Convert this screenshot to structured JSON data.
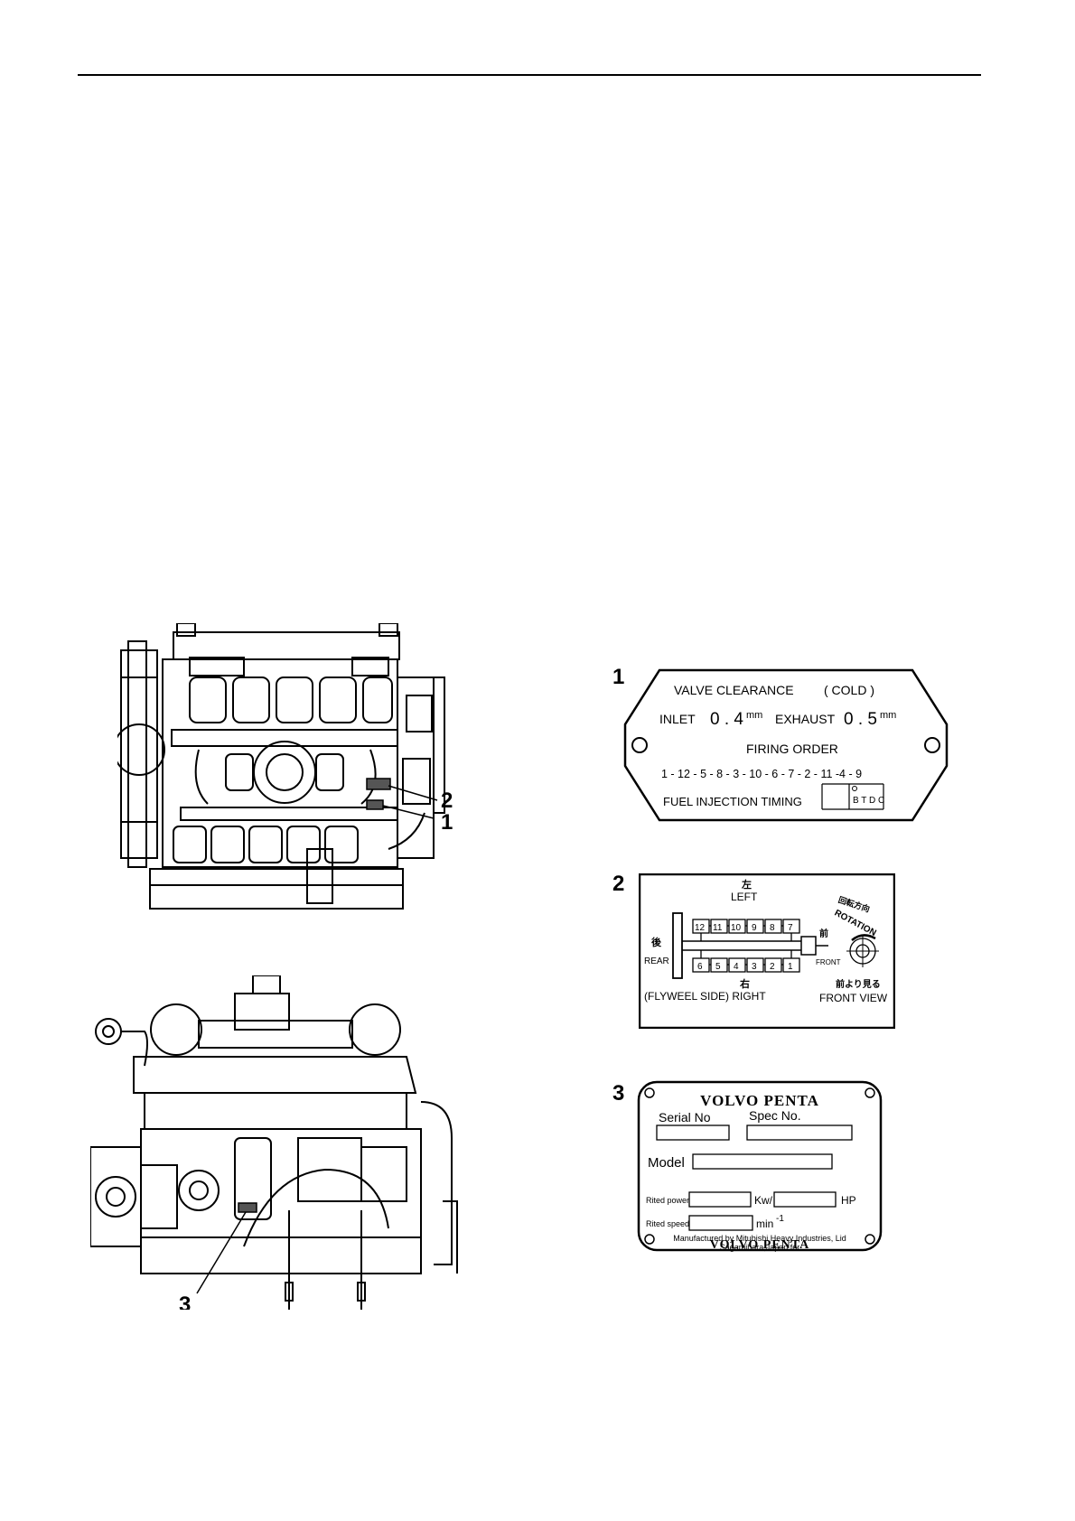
{
  "callouts": {
    "top": [
      "2",
      "1"
    ],
    "bottom": "3"
  },
  "plate1": {
    "number": "1",
    "title": "VALVE   CLEARANCE",
    "cold": "( COLD )",
    "inlet_label": "INLET",
    "inlet_value": "0 . 4",
    "exhaust_label": "EXHAUST",
    "exhaust_value": "0 . 5",
    "unit": "mm",
    "firing_label": "FIRING  ORDER",
    "firing_sequence": "1 - 12 - 5 - 8 - 3 - 10 - 6 - 7 - 2 - 11 -4 - 9",
    "injection_label": "FUEL  INJECTION  TIMING",
    "btdc": "B T D C"
  },
  "plate2": {
    "number": "2",
    "left_jp": "左",
    "left": "LEFT",
    "left_cylinders": [
      "12",
      "11",
      "10",
      "9",
      "8",
      "7"
    ],
    "right_cylinders": [
      "6",
      "5",
      "4",
      "3",
      "2",
      "1"
    ],
    "rear_jp": "後",
    "rear": "REAR",
    "front_jp": "前",
    "front": "FRONT",
    "right_jp": "右",
    "flywheel_right": "(FLYWEEL  SIDE) RIGHT",
    "rotation_jp": "回転方向",
    "rotation": "ROTATION",
    "front_view_jp": "前より見る",
    "front_view": "FRONT VIEW"
  },
  "plate3": {
    "number": "3",
    "brand_top": "VOLVO PENTA",
    "serial": "Serial No",
    "spec": "Spec No.",
    "model": "Model",
    "rated_power": "Rited power",
    "kw": "Kw/",
    "hp": "HP",
    "rated_speed": "Rited speed",
    "min": "min",
    "min_exp": "-1",
    "maker_line1": "Manufactured by Mitubishi Heavy Industries, Lid",
    "maker_line2": "Sagamihara,Japan for",
    "brand_bottom": "VOLVO PENTA"
  }
}
